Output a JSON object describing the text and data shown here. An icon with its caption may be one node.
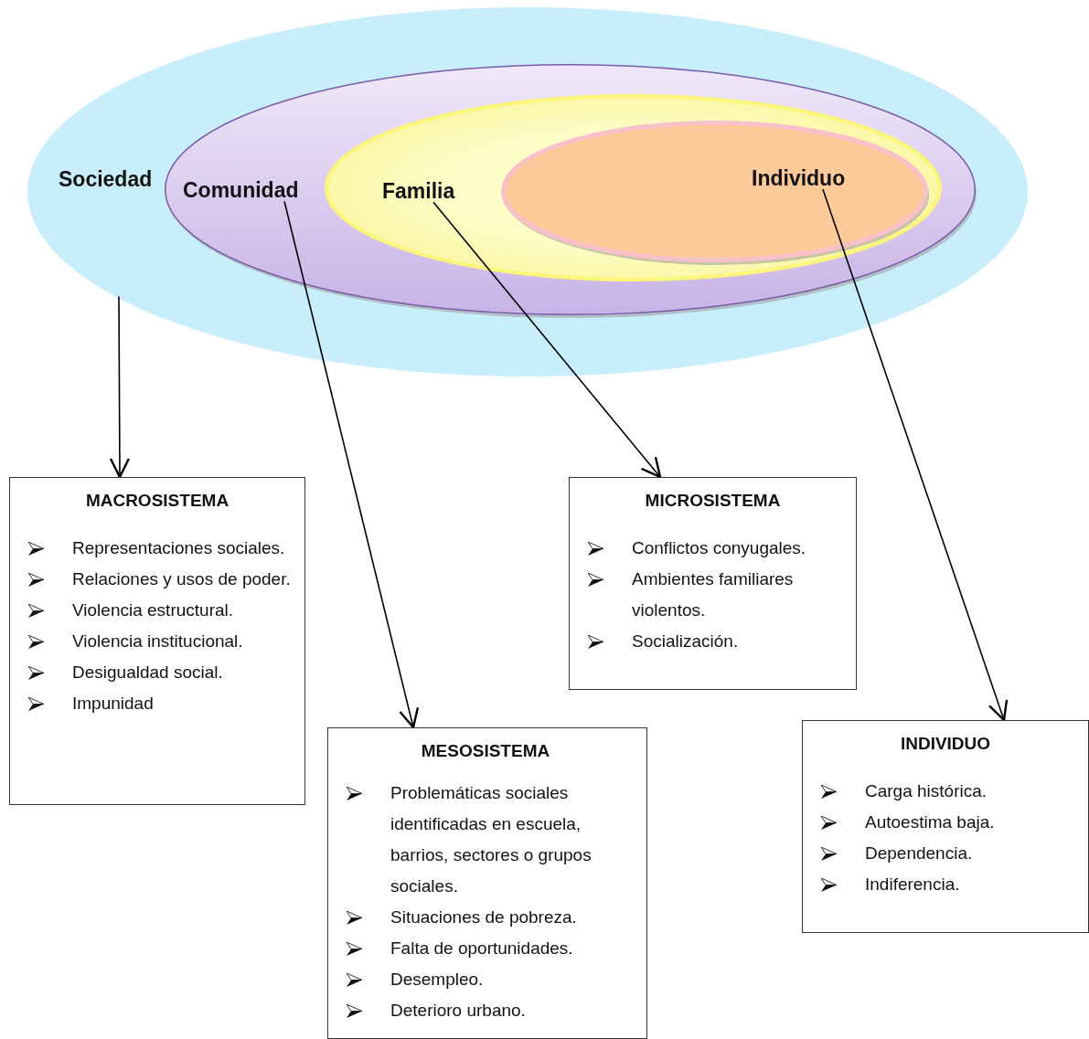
{
  "diagram": {
    "nodes": [
      {
        "text": [
          "Sociedad"
        ]
      },
      {
        "text": [
          "Comunidad"
        ],
        "in": 0
      },
      {
        "text": [
          "Familia"
        ],
        "in": 1
      },
      {
        "text": [
          "Individuo"
        ],
        "in": 2
      },
      {
        "text": [
          "MACROSISTEMA",
          "Representaciones sociales.",
          "Relaciones y usos de poder.",
          "Violencia estructural.",
          "Violencia institucional.",
          "Desigualdad social.",
          "Impunidad"
        ]
      },
      {
        "text": [
          "MESOSISTEMA",
          "Problemáticas sociales identificadas en escuela, barrios, sectores o grupos sociales.",
          "Situaciones de pobreza.",
          "Falta de oportunidades.",
          "Desempleo.",
          "Deterioro urbano."
        ]
      },
      {
        "text": [
          "MICROSISTEMA",
          "Conflictos conyugales.",
          "Ambientes familiares violentos.",
          "Socialización."
        ]
      },
      {
        "text": [
          "INDIVIDUO",
          "Carga histórica.",
          "Autoestima baja.",
          "Dependencia.",
          "Indiferencia."
        ]
      }
    ],
    "edges": [
      {
        "from": 0,
        "to": 4,
        "arrow": "to"
      },
      {
        "from": 1,
        "to": 5,
        "arrow": "to"
      },
      {
        "from": 2,
        "to": 6,
        "arrow": "to"
      },
      {
        "from": 3,
        "to": 7,
        "arrow": "to"
      }
    ]
  }
}
